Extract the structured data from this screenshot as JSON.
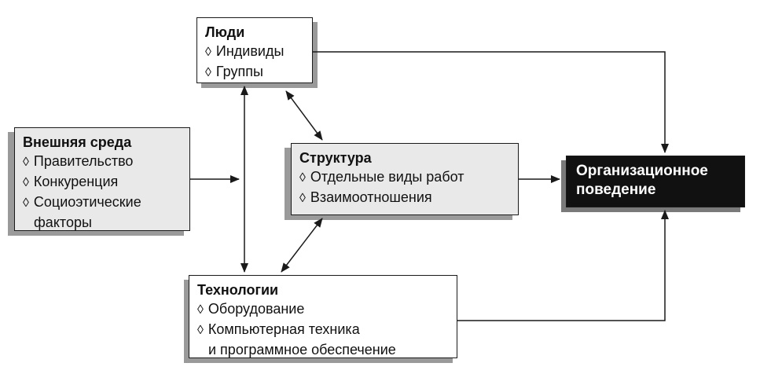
{
  "people": {
    "title": "Люди",
    "items": [
      "Индивиды",
      "Группы"
    ]
  },
  "environment": {
    "title": "Внешняя среда",
    "items": [
      "Правительство",
      "Конкуренция",
      "Социоэтические"
    ],
    "item_continuation": "факторы"
  },
  "structure": {
    "title": "Структура",
    "items": [
      "Отдельные виды работ",
      "Взаимоотношения"
    ]
  },
  "technology": {
    "title": "Технологии",
    "items": [
      "Оборудование",
      "Компьютерная техника"
    ],
    "item_continuation": "и программное обеспечение"
  },
  "outcome": {
    "line1": "Организационное",
    "line2": "поведение"
  },
  "bullet_glyph": "◊",
  "colors": {
    "box_fill_gray": "#e9e9e9",
    "box_fill_white": "#ffffff",
    "outcome_fill": "#111111",
    "outcome_text": "#ffffff",
    "line": "#1a1a1a",
    "shadow": "#9a9a9a"
  }
}
